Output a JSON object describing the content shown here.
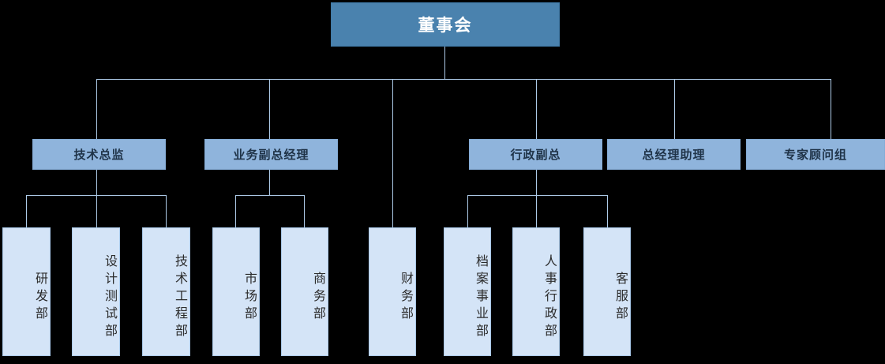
{
  "chart_data": {
    "type": "diagram",
    "diagram_kind": "organization-chart",
    "title": "董事会",
    "levels": 3,
    "background": "#000000",
    "colors": {
      "level1_fill": "#4a82ae",
      "level1_text": "#ffffff",
      "level2_fill": "#8fb4dc",
      "level2_text": "#1f3348",
      "level3_fill": "#d4e4f7",
      "level3_text": "#2b2b2b",
      "connector": "#aecbe8"
    },
    "nodes": [
      {
        "id": "board",
        "label": "董事会",
        "level": 1,
        "parent": null
      },
      {
        "id": "cto",
        "label": "技术总监",
        "level": 2,
        "parent": "board"
      },
      {
        "id": "biz_vp",
        "label": "业务副总经理",
        "level": 2,
        "parent": "board"
      },
      {
        "id": "admin_vp",
        "label": "行政副总",
        "level": 2,
        "parent": "board"
      },
      {
        "id": "gm_assist",
        "label": "总经理助理",
        "level": 2,
        "parent": "board"
      },
      {
        "id": "expert",
        "label": "专家顾问组",
        "level": 2,
        "parent": "board"
      },
      {
        "id": "rd",
        "label": "研发部",
        "level": 3,
        "parent": "cto"
      },
      {
        "id": "design_test",
        "label": "设计测试部",
        "level": 3,
        "parent": "cto"
      },
      {
        "id": "tech_eng",
        "label": "技术工程部",
        "level": 3,
        "parent": "cto"
      },
      {
        "id": "market",
        "label": "市场部",
        "level": 3,
        "parent": "biz_vp"
      },
      {
        "id": "commerce",
        "label": "商务部",
        "level": 3,
        "parent": "biz_vp"
      },
      {
        "id": "finance",
        "label": "财务部",
        "level": 3,
        "parent": "board"
      },
      {
        "id": "archive",
        "label": "档案事业部",
        "level": 3,
        "parent": "admin_vp"
      },
      {
        "id": "hr_admin",
        "label": "人事行政部",
        "level": 3,
        "parent": "admin_vp"
      },
      {
        "id": "service",
        "label": "客服部",
        "level": 3,
        "parent": "admin_vp"
      }
    ]
  },
  "root": {
    "label": "董事会"
  },
  "level2": [
    {
      "label": "技术总监"
    },
    {
      "label": "业务副总经理"
    },
    {
      "label": "行政副总"
    },
    {
      "label": "总经理助理"
    },
    {
      "label": "专家顾问组"
    }
  ],
  "level3": [
    {
      "label": "研发部"
    },
    {
      "label": "设计测试部"
    },
    {
      "label": "技术工程部"
    },
    {
      "label": "市场部"
    },
    {
      "label": "商务部"
    },
    {
      "label": "财务部"
    },
    {
      "label": "档案事业部"
    },
    {
      "label": "人事行政部"
    },
    {
      "label": "客服部"
    }
  ]
}
